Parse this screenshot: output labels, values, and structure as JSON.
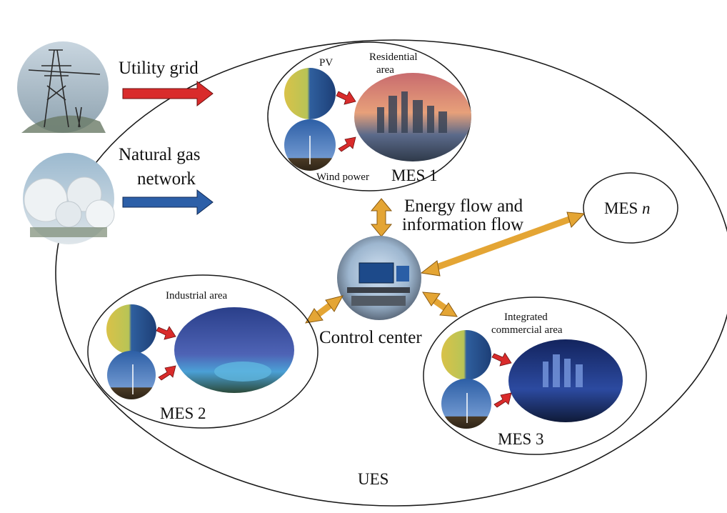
{
  "sources": {
    "utility_grid": "Utility grid",
    "natural_gas_line1": "Natural gas",
    "natural_gas_line2": "network"
  },
  "systems": {
    "ues": "UES",
    "mes1": {
      "title": "MES 1",
      "area_line1": "Residential",
      "area_line2": "area",
      "pv": "PV",
      "wind": "Wind power"
    },
    "mes2": {
      "title": "MES 2",
      "area": "Industrial area"
    },
    "mes3": {
      "title": "MES 3",
      "area_line1": "Integrated",
      "area_line2": "commercial area"
    },
    "mesn_prefix": "MES ",
    "mesn_suffix": "n"
  },
  "control_center": "Control center",
  "flow_label_line1": "Energy flow and",
  "flow_label_line2": "information flow",
  "colors": {
    "electric_arrow": "#d92b2b",
    "gas_arrow": "#2c5fa8",
    "bidirectional_arrow": "#e4a534",
    "outline": "#1a1a1a"
  },
  "icons": [
    "transmission-tower-icon",
    "gas-tank-icon",
    "solar-panel-icon",
    "wind-turbine-icon",
    "city-skyline-icon",
    "control-room-icon"
  ]
}
